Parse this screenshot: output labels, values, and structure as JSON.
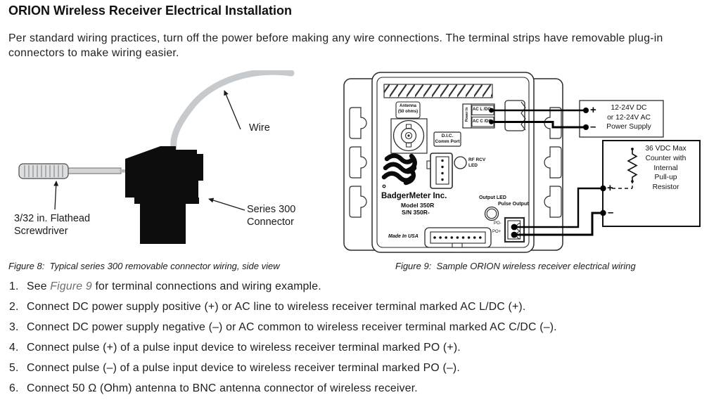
{
  "page": {
    "title": "ORION Wireless Receiver Electrical Installation",
    "intro": "Per standard wiring practices, turn off the power before making any wire connections. The terminal strips have removable plug-in connectors to make wiring easier."
  },
  "figure8": {
    "caption": "Figure 8:  Typical series 300 removable connector wiring, side view",
    "labels": {
      "wire": "Wire",
      "screwdriver_line1": "3/32 in. Flathead",
      "screwdriver_line2": "Screwdriver",
      "connector_line1": "Series 300",
      "connector_line2": "Connector"
    }
  },
  "figure9": {
    "caption": "Figure 9:  Sample ORION wireless receiver electrical wiring",
    "receiver": {
      "antenna_line1": "Antenna",
      "antenna_line2": "(50 ohms)",
      "power_in": "Power In",
      "terminal_top": "AC L /DC",
      "terminal_bottom": "AC C /DC",
      "dic_line1": "D.I.C.",
      "dic_line2": "Comm Port",
      "rf_line1": "RF RCV",
      "rf_line2": "LED",
      "brand": "BadgerMeter Inc.",
      "model": "Model 350R",
      "serial": "S/N 350R-",
      "made_in": "Made In USA",
      "output_led": "Output LED",
      "pulse_output": "Pulse Output",
      "po_minus": "PO-",
      "po_plus": "PO+"
    },
    "power_supply": {
      "line1": "12-24V DC",
      "line2": "or 12-24V AC",
      "line3": "Power Supply",
      "plus": "+",
      "minus": "–"
    },
    "counter": {
      "line1": "36 VDC Max",
      "line2": "Counter with",
      "line3": "Internal",
      "line4": "Pull-up",
      "line5": "Resistor",
      "plus": "+",
      "minus": "–"
    }
  },
  "instructions": {
    "items": [
      {
        "num": "1.",
        "pre": "See ",
        "link": "Figure 9",
        "post": " for terminal connections and wiring example."
      },
      {
        "num": "2.",
        "text": "Connect DC power supply positive (+) or AC line to wireless receiver terminal marked AC L/DC (+)."
      },
      {
        "num": "3.",
        "text": "Connect DC power supply negative (–) or AC common to wireless receiver terminal marked AC C/DC (–)."
      },
      {
        "num": "4.",
        "text": "Connect pulse (+) of a pulse input device to wireless receiver terminal marked PO (+)."
      },
      {
        "num": "5.",
        "text": "Connect pulse (–) of a pulse input device to wireless receiver terminal marked PO (–)."
      },
      {
        "num": "6.",
        "text": "Connect 50 Ω (Ohm) antenna to BNC antenna connector of wireless receiver."
      }
    ]
  }
}
